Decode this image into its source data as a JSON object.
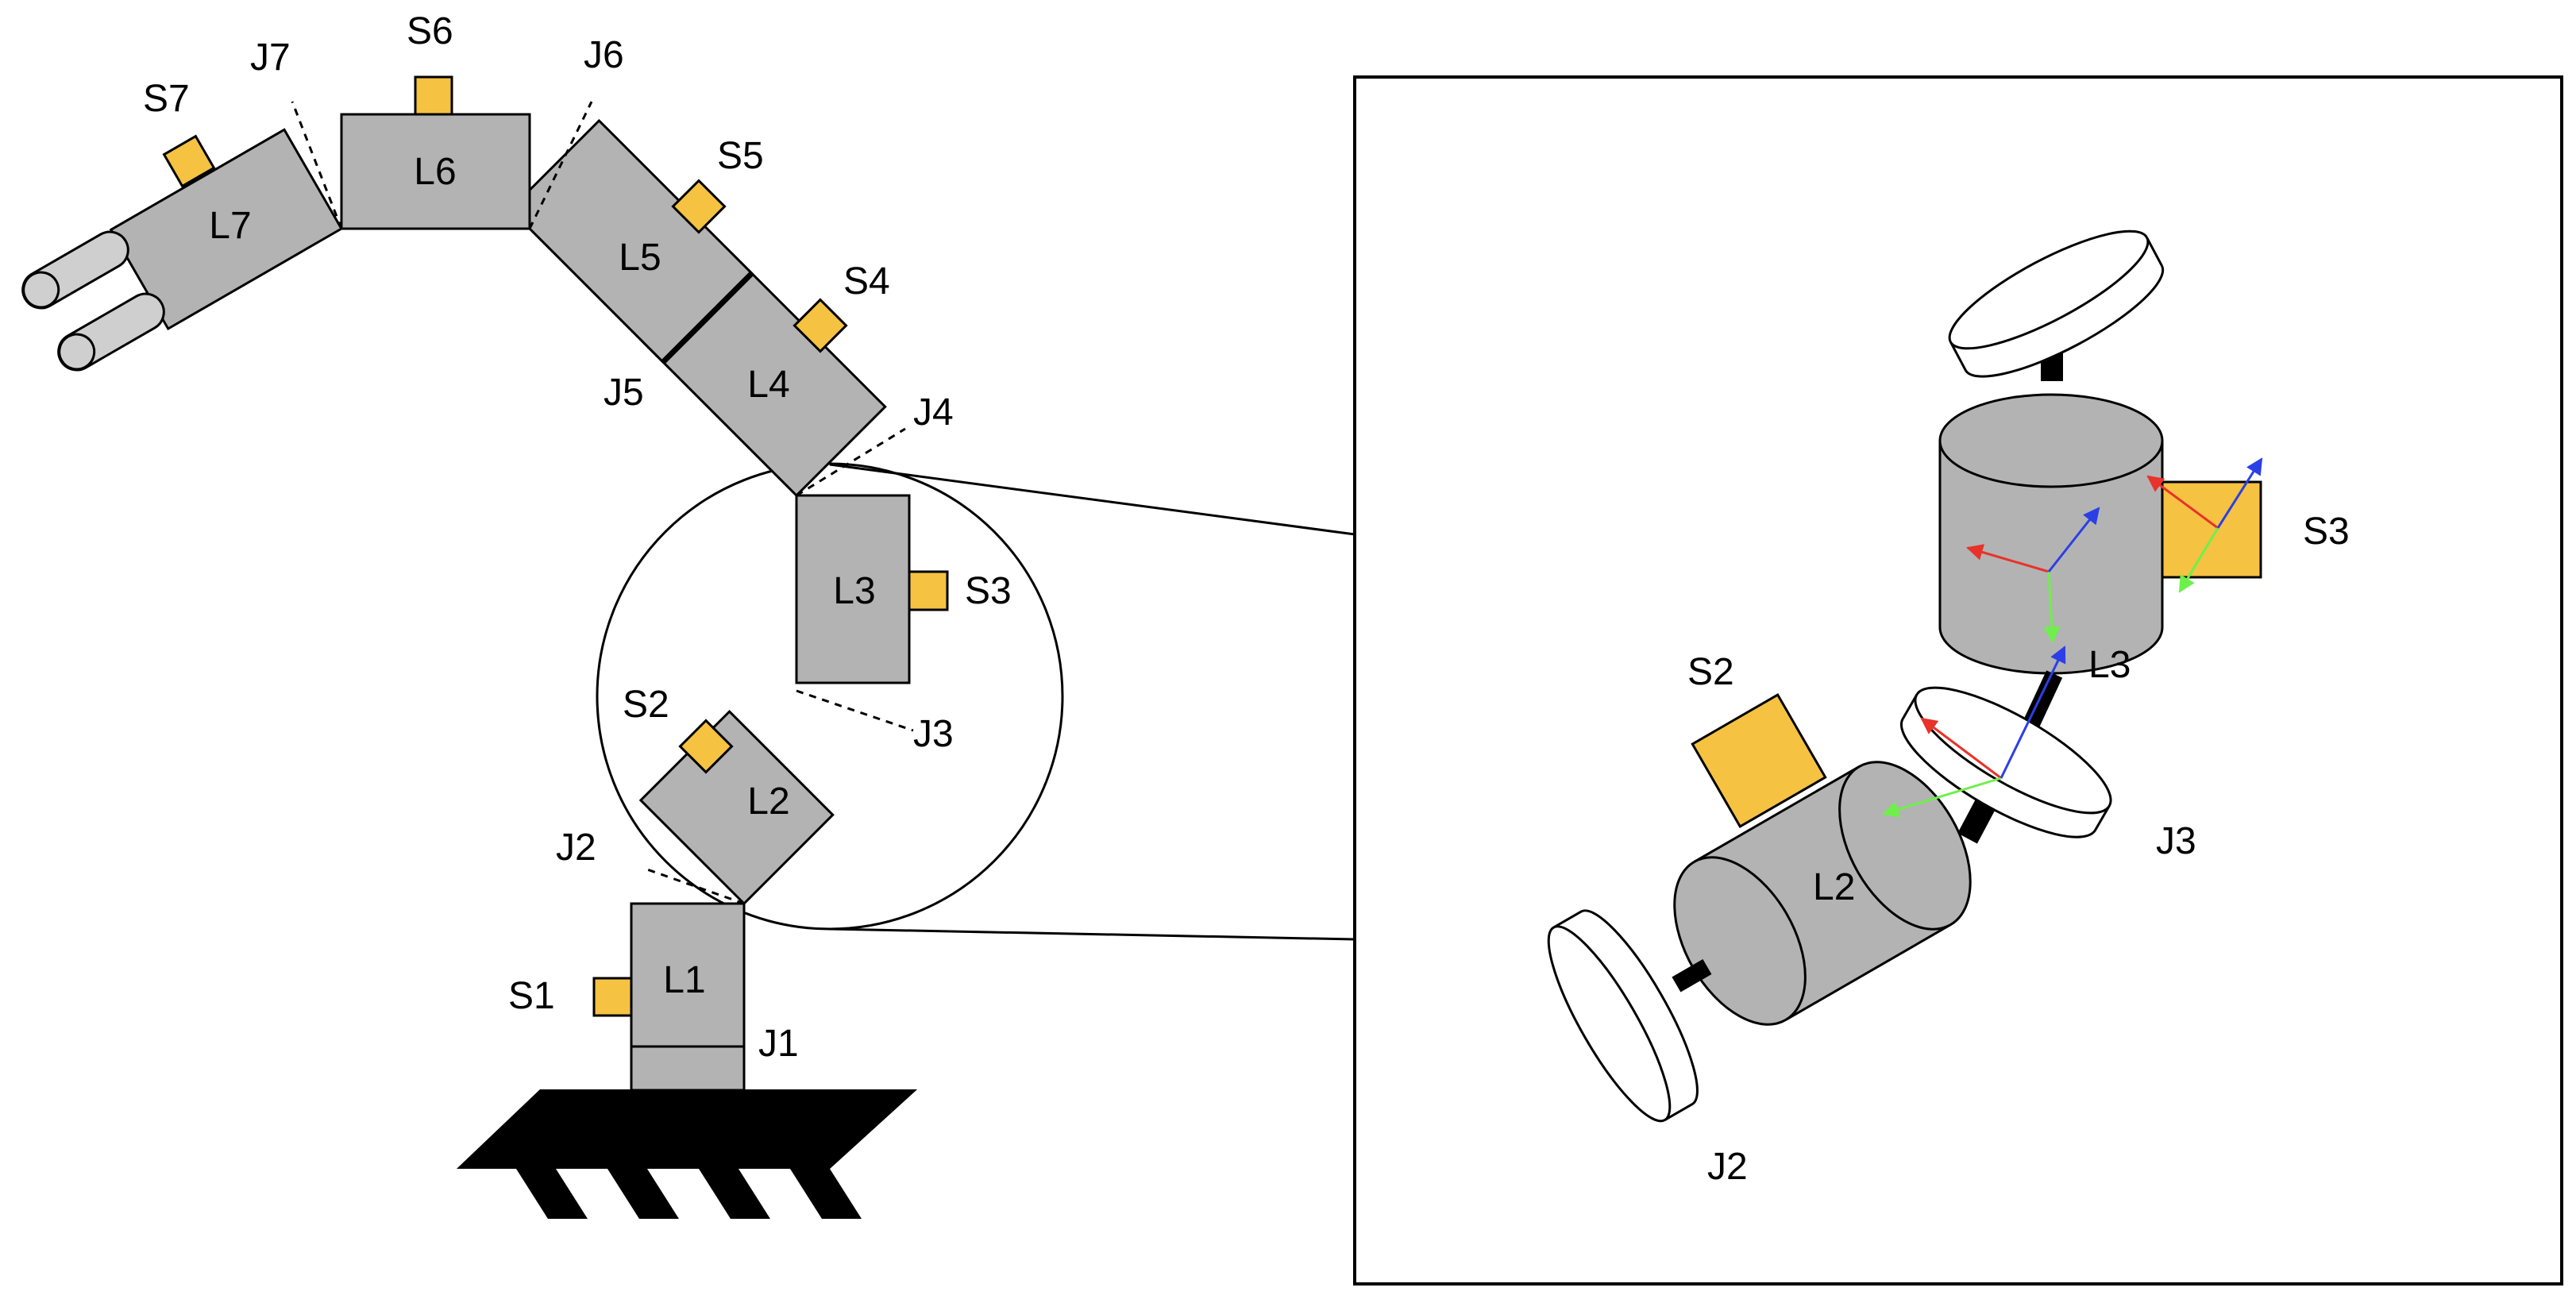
{
  "labels": {
    "links": {
      "l1": "L1",
      "l2": "L2",
      "l3": "L3",
      "l4": "L4",
      "l5": "L5",
      "l6": "L6",
      "l7": "L7"
    },
    "joints": {
      "j1": "J1",
      "j2": "J2",
      "j3": "J3",
      "j4": "J4",
      "j5": "J5",
      "j6": "J6",
      "j7": "J7"
    },
    "sensors": {
      "s1": "S1",
      "s2": "S2",
      "s3": "S3",
      "s4": "S4",
      "s5": "S5",
      "s6": "S6",
      "s7": "S7"
    }
  },
  "detail": {
    "links": {
      "l2": "L2",
      "l3": "L3"
    },
    "joints": {
      "j2": "J2",
      "j3": "J3"
    },
    "sensors": {
      "s2": "S2",
      "s3": "S3"
    }
  },
  "colors": {
    "link_fill": "#b3b3b3",
    "sensor_fill": "#f5c242",
    "axis_x": "#e8332a",
    "axis_y": "#6ef04a",
    "axis_z": "#2b3fe6"
  }
}
